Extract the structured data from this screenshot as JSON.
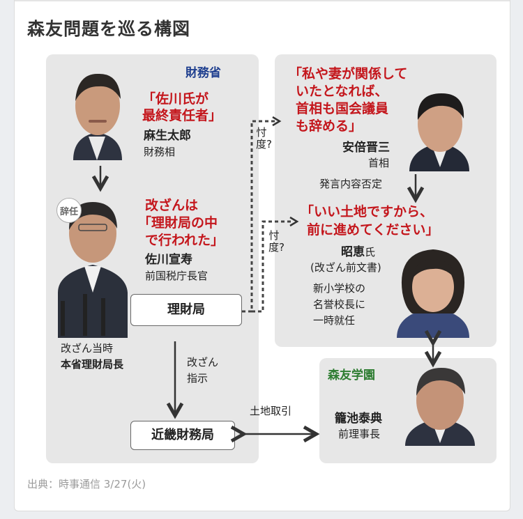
{
  "title": "森友問題を巡る構図",
  "source": "出典：時事通信 3/27(火)",
  "mof": {
    "label": "財務省",
    "aso": {
      "quote": [
        "「佐川氏が",
        "最終責任者」"
      ],
      "name": "麻生太郎",
      "role": "財務相"
    },
    "sagawa": {
      "badge": "辞任",
      "quote": [
        "改ざんは",
        "「理財局の中",
        "で行われた」"
      ],
      "name": "佐川宣寿",
      "role": "前国税庁長官",
      "note": [
        "改ざん当時",
        "本省理財局長"
      ]
    },
    "rizaikyoku": "理財局",
    "instruction": [
      "改ざん",
      "指示"
    ],
    "kinki": "近畿財務局"
  },
  "abe_side": {
    "abe": {
      "quote": [
        "「私や妻が関係して",
        "いたとなれば、",
        "首相も国会議員",
        "も辞める」"
      ],
      "name": "安倍晋三",
      "role": "首相"
    },
    "denial": "発言内容否定",
    "akie": {
      "quote": [
        "「いい土地ですから、",
        "前に進めてください」"
      ],
      "name": "昭恵",
      "name_suffix": "氏",
      "role": "(改ざん前文書)",
      "note": [
        "新小学校の",
        "名誉校長に",
        "一時就任"
      ]
    }
  },
  "sontaku": "忖度?",
  "moritomo": {
    "label": "森友学園",
    "name": "籠池泰典",
    "role": "前理事長"
  },
  "land_deal": "土地取引",
  "colors": {
    "red": "#c4161c",
    "navy": "#1f3f8f",
    "green": "#2e7d32",
    "panel": "#e7e7e7"
  },
  "icons": [
    "arrow-down-icon",
    "double-arrow-icon",
    "dotted-arrow-icon"
  ]
}
